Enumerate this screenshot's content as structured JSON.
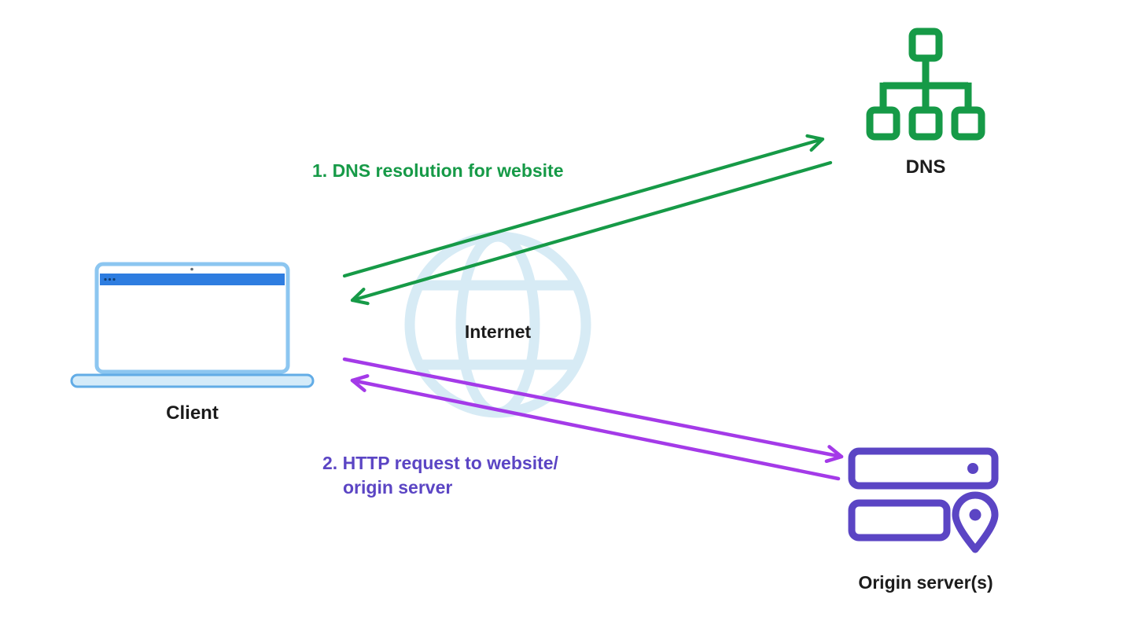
{
  "title": "DNS resolution and HTTP request flow diagram",
  "colors": {
    "green": "#169a47",
    "purple": "#5b45c4",
    "purple-arrow": "#a43ae8",
    "globe": "#d7ebf5",
    "titlebar": "#2e7de0",
    "laptop-screen-stroke": "#8cc6f0",
    "laptop-base-stroke": "#62ace6",
    "laptop-base-fill": "#d4ebf9",
    "text": "#1c1c1c",
    "background": "#ffffff"
  },
  "nodes": {
    "client": {
      "label": "Client"
    },
    "internet": {
      "label": "Internet"
    },
    "dns": {
      "label": "DNS"
    },
    "origin": {
      "label": "Origin server(s)"
    }
  },
  "flows": {
    "dns_step": {
      "label": "1. DNS resolution for website"
    },
    "http_step": {
      "line1": "2. HTTP request to website/",
      "line2": "origin server"
    }
  }
}
